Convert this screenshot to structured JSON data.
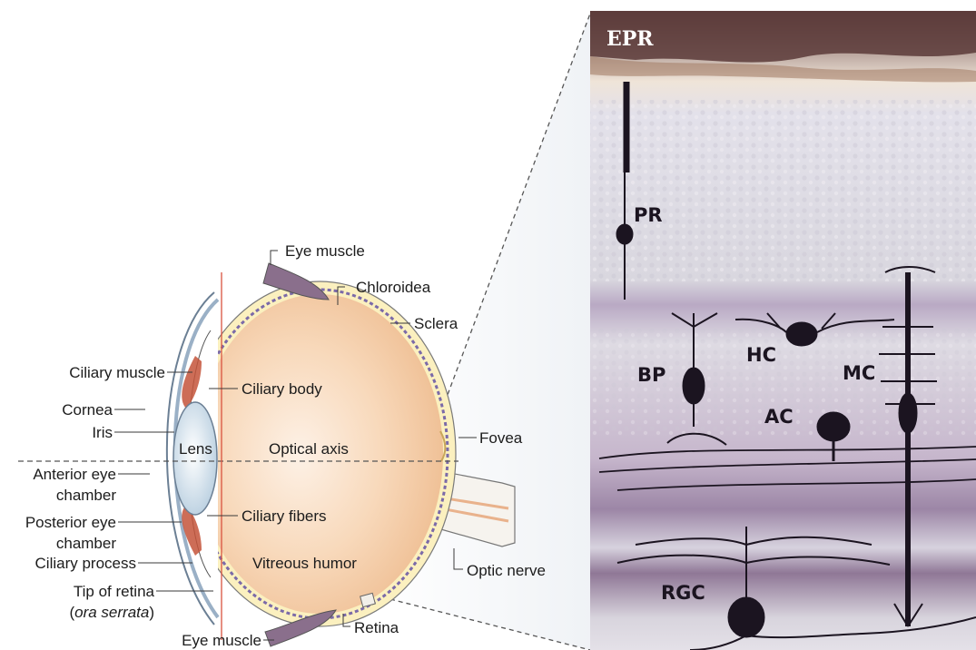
{
  "eye_diagram": {
    "labels": {
      "eye_muscle_top": "Eye muscle",
      "chloroidea": "Chloroidea",
      "sclera": "Sclera",
      "ciliary_muscle": "Ciliary muscle",
      "ciliary_body": "Ciliary body",
      "cornea": "Cornea",
      "iris": "Iris",
      "lens": "Lens",
      "optical_axis": "Optical axis",
      "fovea": "Fovea",
      "anterior_line1": "Anterior eye",
      "anterior_line2": "chamber",
      "posterior_line1": "Posterior eye",
      "posterior_line2": "chamber",
      "ciliary_fibers": "Ciliary fibers",
      "ciliary_process": "Ciliary process",
      "vitreous_humor": "Vitreous humor",
      "optic_nerve": "Optic nerve",
      "tip_of_retina": "Tip of retina",
      "ora_paren_open": "(",
      "ora_serrata": "ora serrata",
      "ora_paren_close": ")",
      "retina": "Retina",
      "eye_muscle_bottom": "Eye muscle"
    }
  },
  "micrograph": {
    "epr_label": "EPR",
    "cell_labels": {
      "pr": "PR",
      "bp": "BP",
      "hc": "HC",
      "mc": "MC",
      "ac": "AC",
      "rgc": "RGC"
    }
  },
  "colors": {
    "vitreous": "#f5cfaa",
    "sclera": "#fbf0bf",
    "choroid": "#7b6aa8",
    "muscle": "#8a6f8c",
    "optical_line": "#d9533f",
    "micrograph_bg": "#d9d6e0",
    "stain": "#3a2340"
  }
}
